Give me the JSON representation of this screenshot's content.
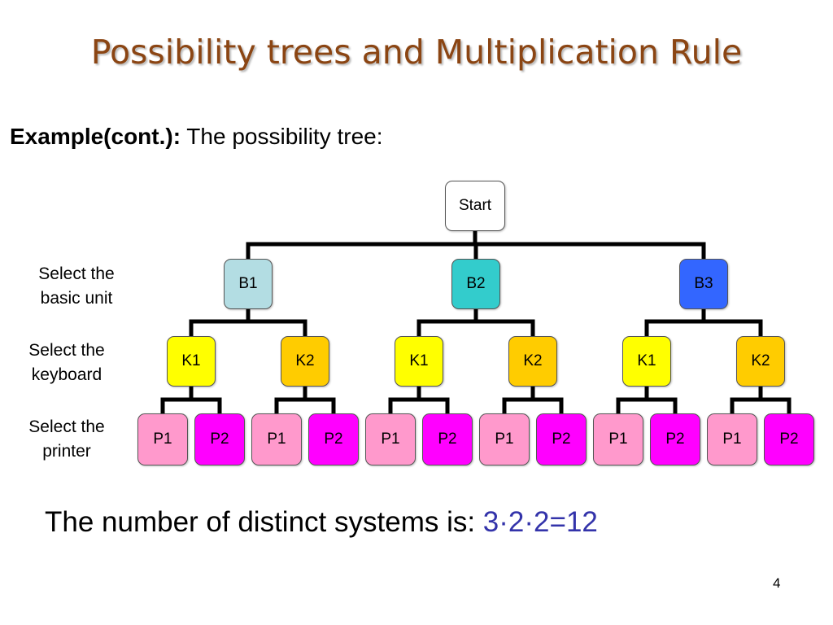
{
  "title": "Possibility trees and Multiplication Rule",
  "subtitle": {
    "bold": "Example(cont.):",
    "text": " The possibility tree:"
  },
  "row_labels": {
    "basic_unit": [
      "Select the",
      "basic unit"
    ],
    "keyboard": [
      "Select the",
      "keyboard"
    ],
    "printer": [
      "Select the",
      "printer"
    ]
  },
  "tree": {
    "root": "Start",
    "basic_units": [
      {
        "label": "B1",
        "color": "#b3dde3"
      },
      {
        "label": "B2",
        "color": "#33cccc"
      },
      {
        "label": "B3",
        "color": "#3366ff"
      }
    ],
    "keyboards": [
      {
        "label": "K1",
        "color": "#ffff00"
      },
      {
        "label": "K2",
        "color": "#ffcc00"
      }
    ],
    "printers": [
      {
        "label": "P1",
        "color": "#ff99cc"
      },
      {
        "label": "P2",
        "color": "#ff00ff"
      }
    ]
  },
  "summary": {
    "text": "The number of distinct systems is: ",
    "value": "3·2·2=12"
  },
  "page_number": "4"
}
